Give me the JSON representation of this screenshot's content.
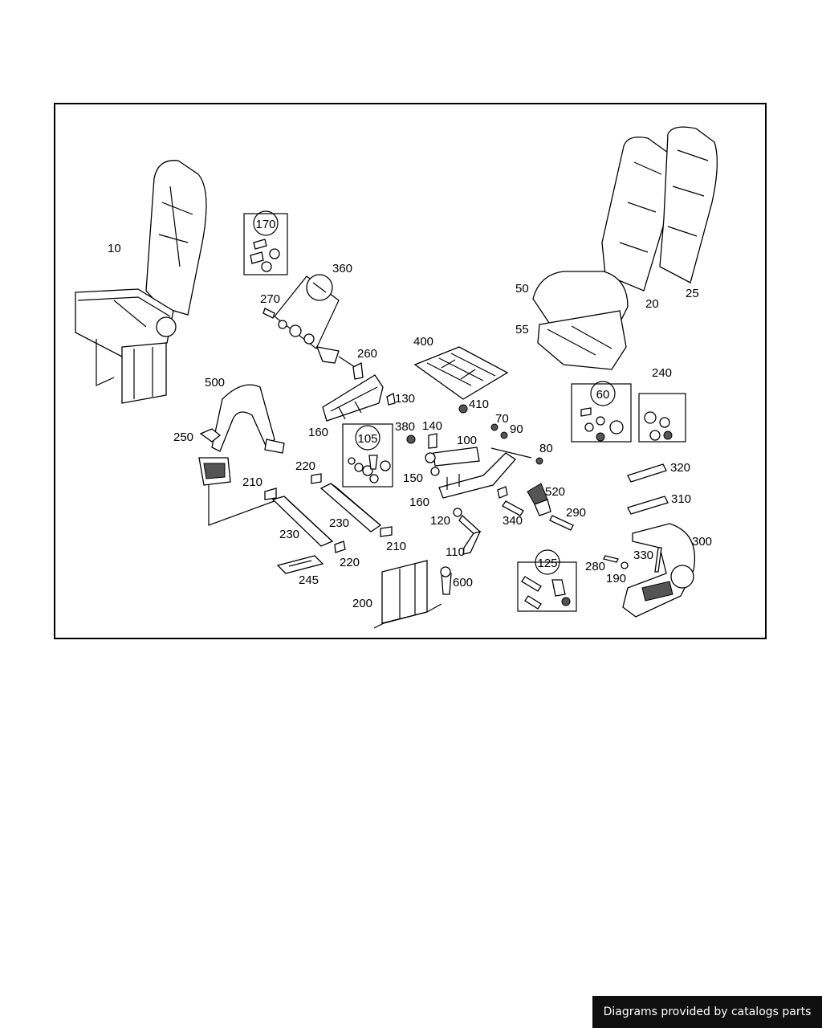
{
  "footer": {
    "text": "Diagrams provided by catalogs parts"
  },
  "parts": [
    "10",
    "20",
    "25",
    "50",
    "55",
    "400",
    "410",
    "360",
    "270",
    "260",
    "130",
    "160",
    "500",
    "250",
    "380",
    "140",
    "100",
    "70",
    "90",
    "80",
    "150",
    "120",
    "520",
    "340",
    "290",
    "220",
    "210",
    "230",
    "245",
    "200",
    "600",
    "110",
    "320",
    "310",
    "300",
    "330",
    "280",
    "190"
  ],
  "kits": [
    "170",
    "105",
    "60",
    "240",
    "125"
  ]
}
